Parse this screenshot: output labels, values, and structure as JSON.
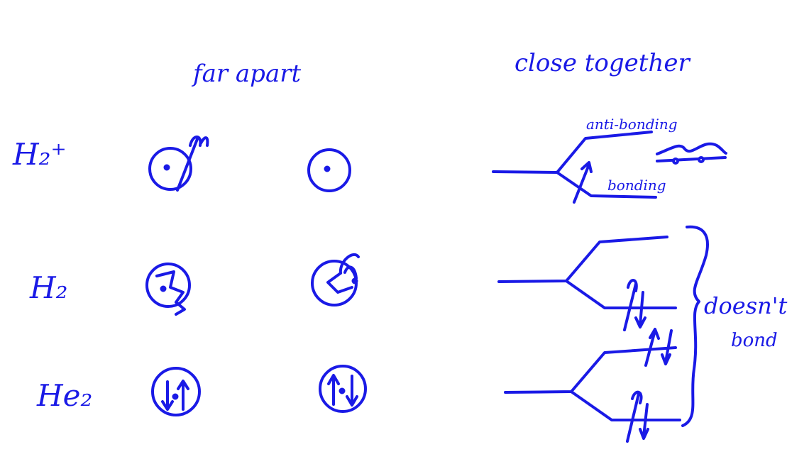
{
  "ink_color": "#1a1ae6",
  "background": "#ffffff",
  "headers": {
    "left": "far apart",
    "right": "close together"
  },
  "rows": [
    {
      "label": "H₂⁺",
      "left_atom_electrons": "dot",
      "right_atom_electrons": "dot"
    },
    {
      "label": "H₂",
      "left_atom_electrons": "dot",
      "right_atom_electrons": "dot"
    },
    {
      "label": "He₂",
      "left_atom_electrons": "up-down",
      "right_atom_electrons": "up-down"
    }
  ],
  "annotations": {
    "anti_bonding": "anti-bonding",
    "bonding": "bonding",
    "brace_note_line1": "doesn't",
    "brace_note_line2": "bond"
  }
}
